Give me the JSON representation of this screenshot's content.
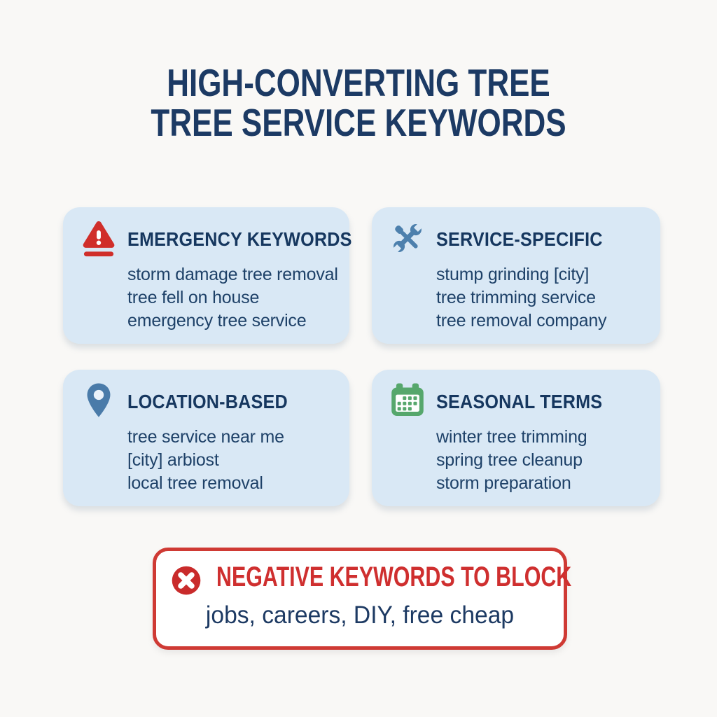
{
  "page": {
    "background_color": "#f9f8f6",
    "title_line1": "HIGH-CONVERTING TREE",
    "title_line2": "TREE SERVICE KEYWORDS",
    "title_color": "#1c3a64"
  },
  "cards": [
    {
      "icon": "warning-triangle-icon",
      "icon_color": "#d02e2a",
      "title": "EMERGENCY KEYWORDS",
      "keywords": [
        "storm damage tree removal",
        "tree fell on house",
        "emergency tree service"
      ]
    },
    {
      "icon": "crossed-tools-icon",
      "icon_color": "#4d80ad",
      "title": "SERVICE-SPECIFIC",
      "keywords": [
        "stump grinding [city]",
        "tree trimming service",
        "tree removal company"
      ]
    },
    {
      "icon": "map-pin-icon",
      "icon_color": "#4a7ba9",
      "title": "LOCATION-BASED",
      "keywords": [
        "tree service near me",
        "[city] arbiost",
        "local tree removal"
      ]
    },
    {
      "icon": "calendar-icon",
      "icon_color": "#56a76c",
      "title": "SEASONAL TERMS",
      "keywords": [
        "winter tree trimming",
        "spring tree cleanup",
        "storm preparation"
      ]
    }
  ],
  "negative_box": {
    "icon": "x-circle-icon",
    "icon_color": "#c92b2b",
    "title": "NEGATIVE KEYWORDS TO BLOCK",
    "title_color": "#cf2f2f",
    "keywords_line": "jobs, careers, DIY, free cheap",
    "border_color": "#cf3a34"
  },
  "colors": {
    "card_background": "#d9e8f5",
    "card_title_text": "#16375f",
    "card_keyword_text": "#1e4168"
  }
}
